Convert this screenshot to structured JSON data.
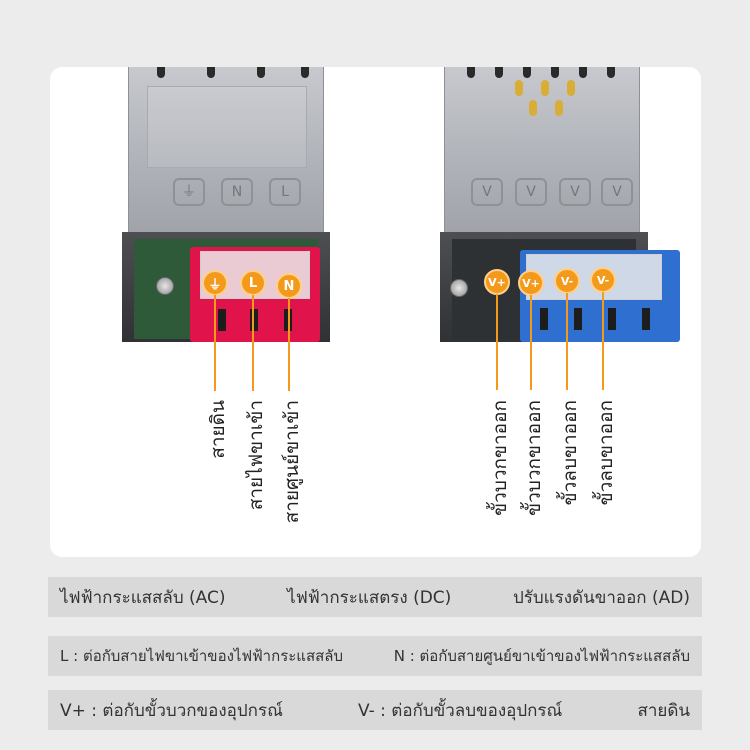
{
  "left_markers": [
    "⏚",
    "L",
    "N"
  ],
  "right_markers": [
    "V+",
    "V+",
    "V-",
    "V-"
  ],
  "left_labels": [
    "สายดิน",
    "สายไฟขาเข้า",
    "สายศูนย์ขาเข้า"
  ],
  "right_labels": [
    "ขั้วบวกขาออก",
    "ขั้วบวกขาออก",
    "ขั้วลบขาออก",
    "ขั้วลบขาออก"
  ],
  "strips": {
    "row1": [
      "ไฟฟ้ากระแสสลับ (AC)",
      "ไฟฟ้ากระแสตรง (DC)",
      "ปรับแรงดันขาออก (AD)"
    ],
    "row2": [
      "L : ต่อกับสายไฟขาเข้าของไฟฟ้ากระแสสลับ",
      "N : ต่อกับสายศูนย์ขาเข้าของไฟฟ้ากระแสสลับ"
    ],
    "row3": [
      "V+ : ต่อกับขั้วบวกของอุปกรณ์",
      "V- : ต่อกับขั้วลบของอุปกรณ์",
      "สายดิน"
    ]
  },
  "colors": {
    "marker": "#f39a1c",
    "terminal_red": "#e0144a",
    "terminal_blue": "#2f6fd0",
    "strip_bg": "#d9d9d9"
  }
}
